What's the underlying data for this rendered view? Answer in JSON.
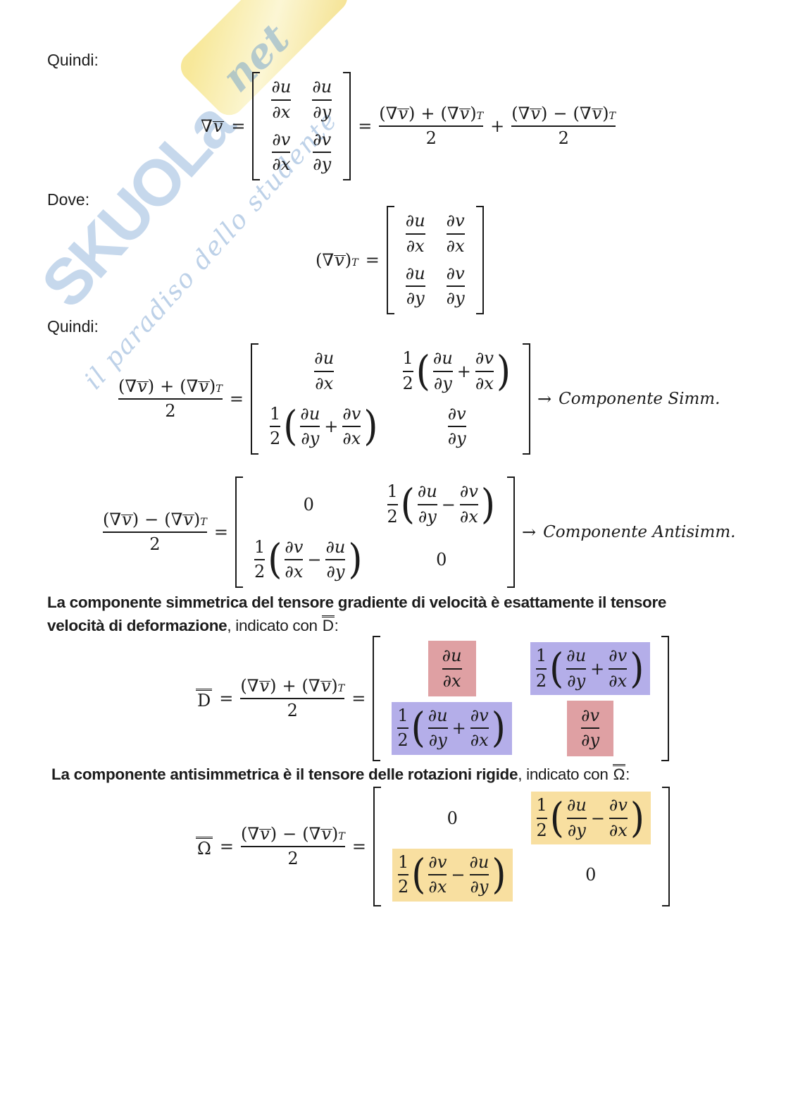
{
  "watermark": {
    "brand": "SKUOLa",
    "suffix": "net",
    "tagline": "il paradiso dello studente",
    "color_blue": "#78a3d2",
    "color_yellow": "#f6e488"
  },
  "headings": {
    "quindi1": "Quindi:",
    "dove": "Dove:",
    "quindi2": "Quindi:"
  },
  "paragraphs": {
    "sym_line1": "La componente simmetrica del tensore gradiente di velocità è esattamente il tensore",
    "sym_line2_bold": "velocità di deformazione",
    "sym_line2_rest": ", indicato con ",
    "sym_symbol": "D",
    "sym_colon": ":",
    "anti_bold": "La componente antisimmetrica è il tensore delle rotazioni rigide",
    "anti_rest": ", indicato con ",
    "anti_symbol": "Ω",
    "anti_colon": ":"
  },
  "tokens": {
    "nabla": "∇",
    "v": "v",
    "eq": "=",
    "plus": "+",
    "minus": "−",
    "lp": "(",
    "rp": ")",
    "T": "T",
    "one": "1",
    "two": "2",
    "zero": "0",
    "du": "∂u",
    "dv": "∂v",
    "dx": "∂x",
    "dy": "∂y",
    "arrow": "→",
    "simm": "Componente Simm.",
    "antisimm": "Componente Antisimm.",
    "D": "D",
    "omega": "Ω"
  },
  "highlight_colors": {
    "pink": "#dfa0a3",
    "purple": "#b4aee9",
    "yellow": "#f8dfa0"
  }
}
